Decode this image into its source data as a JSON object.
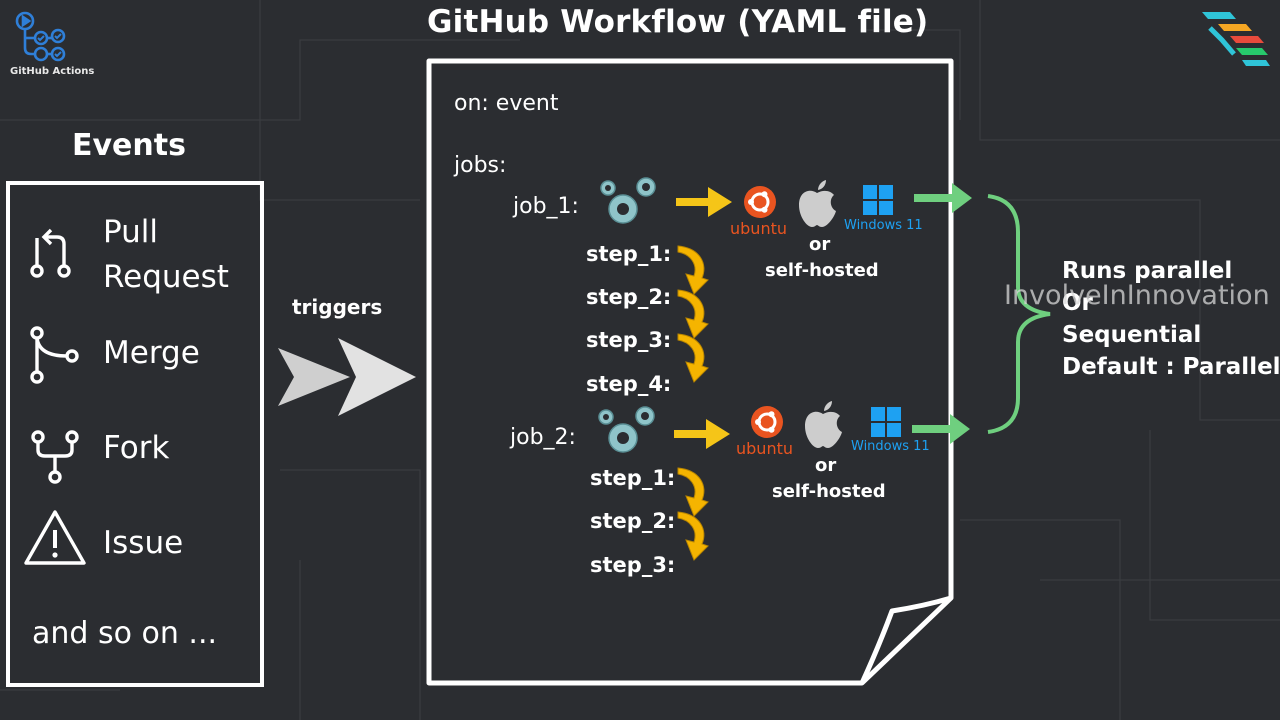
{
  "brand": {
    "label": "GitHub Actions"
  },
  "title": "GitHub Workflow (YAML file)",
  "events": {
    "heading": "Events",
    "items": [
      {
        "label": "Pull\nRequest",
        "icon": "pull-request-icon"
      },
      {
        "label": "Merge",
        "icon": "merge-icon"
      },
      {
        "label": "Fork",
        "icon": "fork-icon"
      },
      {
        "label": "Issue",
        "icon": "warning-icon"
      }
    ],
    "more": "and so on ..."
  },
  "triggers": "triggers",
  "yaml": {
    "on": "on: event",
    "jobs_label": "jobs:",
    "jobs": [
      {
        "name": "job_1:",
        "steps": [
          "step_1:",
          "step_2:",
          "step_3:",
          "step_4:"
        ],
        "runners": {
          "ubuntu": "ubuntu",
          "windows": "Windows 11",
          "or": "or",
          "self_hosted": "self-hosted"
        }
      },
      {
        "name": "job_2:",
        "steps": [
          "step_1:",
          "step_2:",
          "step_3:"
        ],
        "runners": {
          "ubuntu": "ubuntu",
          "windows": "Windows 11",
          "or": "or",
          "self_hosted": "self-hosted"
        }
      }
    ]
  },
  "execution": {
    "line1": "Runs parallel",
    "line2": "Or",
    "line3": "Sequential",
    "line4": "Default : Parallel"
  },
  "watermark": "InvolveInInnovation",
  "colors": {
    "background": "#2b2d31",
    "arrow_yellow": "#f5c518",
    "arrow_green": "#6fcf7f",
    "ubuntu": "#e95420",
    "windows": "#1ea1f2",
    "actions_blue": "#2f7fd8"
  }
}
